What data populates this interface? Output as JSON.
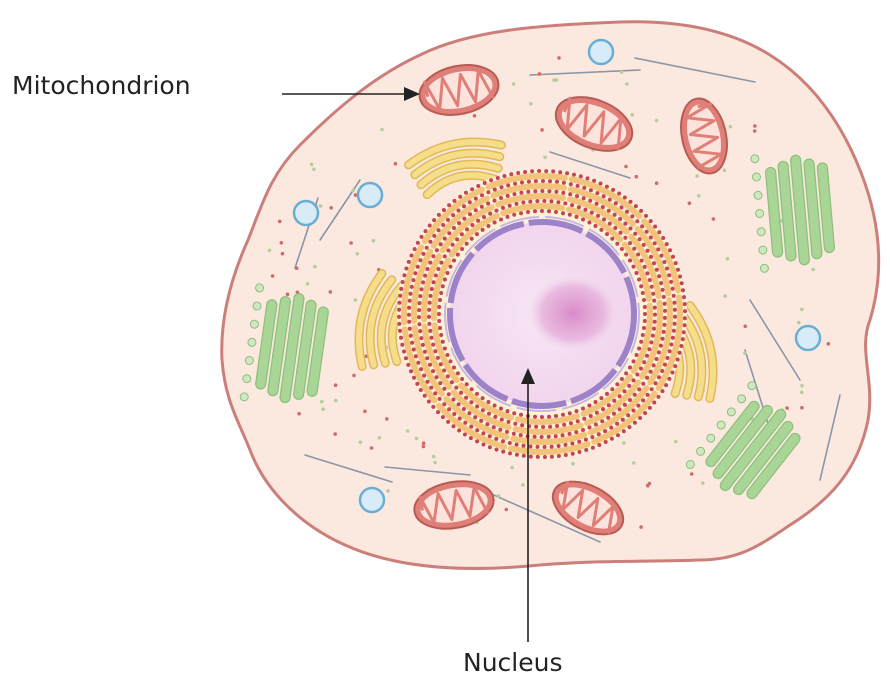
{
  "labels": {
    "mitochondrion": "Mitochondrion",
    "nucleus": "Nucleus"
  },
  "colors": {
    "membrane": "#cc7f7a",
    "cytoplasm": "#fbe9df",
    "mitochondrion_fill": "#e07f77",
    "mitochondrion_inner": "#fde3dc",
    "golgi_green": "#a9d596",
    "golgi_green_edge": "#8dbf7a",
    "golgi_yellow": "#f6dd8a",
    "er_orange": "#f2c47b",
    "ribosome": "#c1445a",
    "nuclear_envelope": "#9b82c9",
    "nucleoplasm": "#f4dbef",
    "nucleolus": "#e0a5d3",
    "vesicle_fill": "#d8ecf8",
    "vesicle_edge": "#6aaed3",
    "text": "#222222"
  },
  "icons": [
    "cell-membrane",
    "mitochondrion",
    "golgi-apparatus",
    "endoplasmic-reticulum",
    "ribosome",
    "nucleus",
    "nucleolus",
    "vesicle"
  ]
}
